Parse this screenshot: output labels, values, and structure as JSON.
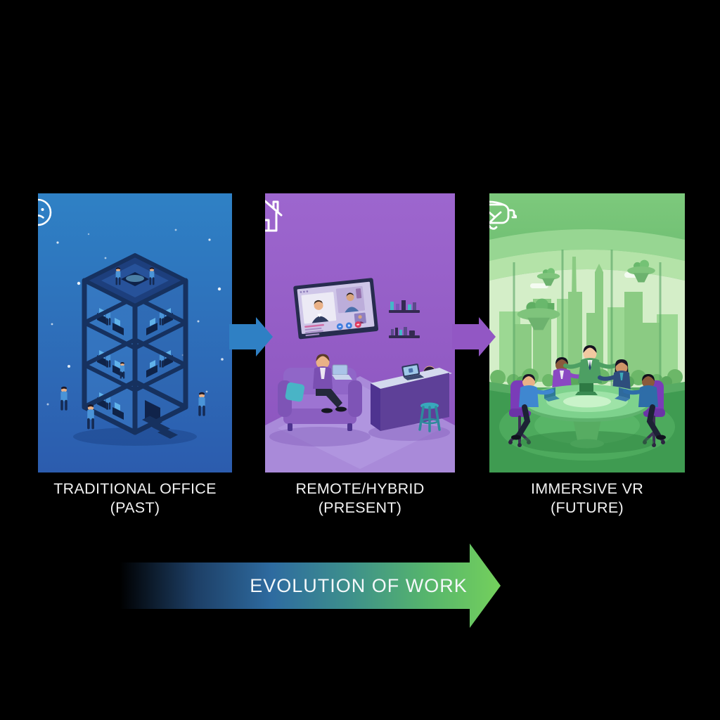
{
  "panels": [
    {
      "name": "traditional-office",
      "label_line1": "TRADITIONAL OFFICE",
      "label_line2": "(PAST)",
      "icon": "sad-face-speech-bubble-icon",
      "scene": "isometric office building with workers at desks",
      "colors": {
        "top": "#2f81c5",
        "bottom": "#2c5cae"
      }
    },
    {
      "name": "remote-hybrid",
      "label_line1": "REMOTE/HYBRID",
      "label_line2": "(PRESENT)",
      "icon": "house-icon",
      "scene": "home office with video-call wall screen, sofa worker and standing-desk worker",
      "colors": {
        "top": "#9d66ce",
        "bottom": "#8b54be"
      }
    },
    {
      "name": "immersive-vr",
      "label_line1": "IMMERSIVE VR",
      "label_line2": "(FUTURE)",
      "icon": "vr-handshake-icon",
      "scene": "virtual round-table meeting overlooking futuristic green city",
      "colors": {
        "top": "#7dc97c",
        "bottom": "#3f9c52"
      }
    }
  ],
  "connectors": [
    {
      "name": "arrow-past-to-present",
      "color": "#2f80c4"
    },
    {
      "name": "arrow-present-to-future",
      "color": "#9257c4"
    }
  ],
  "evolution_arrow": {
    "label": "EVOLUTION OF WORK",
    "gradient": [
      "#000000",
      "#1d3f66",
      "#2e6ba0",
      "#3d8f8c",
      "#55b46d",
      "#74d05c"
    ]
  }
}
